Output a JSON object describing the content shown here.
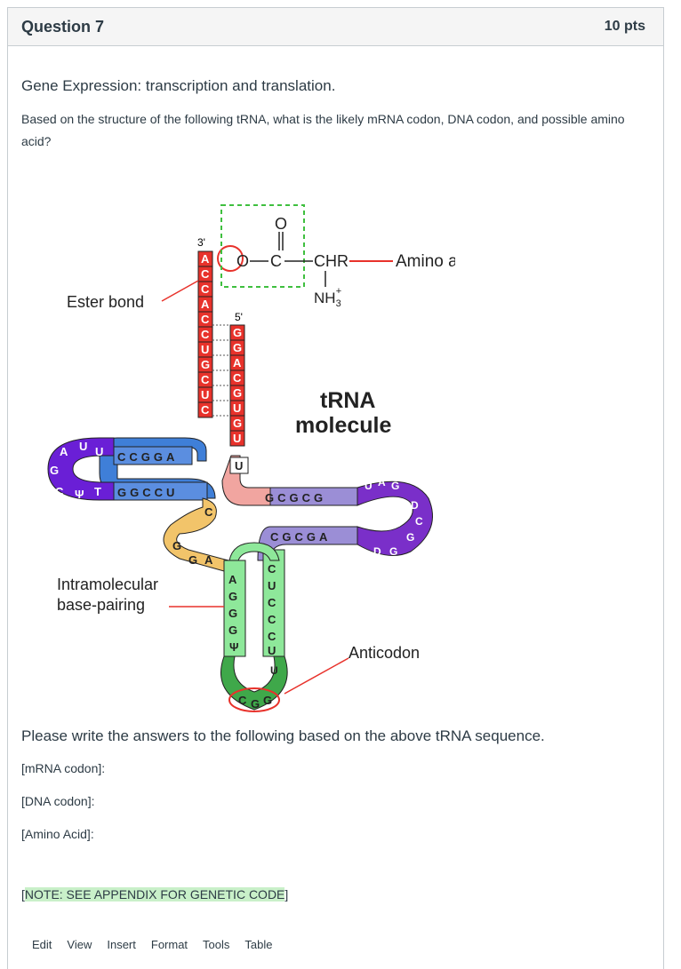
{
  "question": {
    "title": "Question 7",
    "points": "10 pts",
    "heading": "Gene Expression: transcription and translation.",
    "prompt": "Based on the structure of the following tRNA, what is the likely mRNA codon, DNA codon, and possible amino acid?",
    "instruction": "Please write the answers to the following based on the above tRNA sequence.",
    "answers": [
      "[mRNA codon]:",
      "[DNA codon]:",
      "[Amino Acid]:"
    ],
    "note_open": "[",
    "note_text": "NOTE: SEE APPENDIX FOR GENETIC CODE",
    "note_close": "]"
  },
  "diagram": {
    "labels": {
      "ester_bond": "Ester bond",
      "amino_acid": "Amino acid",
      "chr": "CHR",
      "nh3": "NH",
      "three_prime": "3'",
      "five_prime": "5'",
      "trna": "tRNA",
      "molecule": "molecule",
      "intramolecular": "Intramolecular",
      "base_pairing": "base-pairing",
      "anticodon": "Anticodon"
    },
    "strand_3prime": [
      "A",
      "C",
      "C",
      "A",
      "C",
      "C",
      "U",
      "G",
      "C",
      "U",
      "C"
    ],
    "strand_5prime": [
      "G",
      "G",
      "A",
      "C",
      "G",
      "U",
      "G",
      "U"
    ],
    "d_arm_top": [
      "A",
      "U",
      "U",
      "C",
      "C",
      "G",
      "G",
      "A"
    ],
    "d_arm_bottom": [
      "G",
      "C",
      "Ψ",
      "T",
      "G",
      "G",
      "C",
      "C",
      "U"
    ],
    "anticodon_bases": [
      "C",
      "G",
      "G"
    ],
    "colors": {
      "acceptor": "#e8322b",
      "d_arm": "#3f7fd8",
      "d_loop": "#6a1fd6",
      "t_arm": "#9b8ed6",
      "t_loop": "#7a2fc9",
      "anticodon_stem": "#8ee89a",
      "anticodon_loop": "#3fa84a",
      "variable": "#f2c46a",
      "linker": "#f1a5a0"
    }
  },
  "editor_menu": [
    "Edit",
    "View",
    "Insert",
    "Format",
    "Tools",
    "Table"
  ]
}
